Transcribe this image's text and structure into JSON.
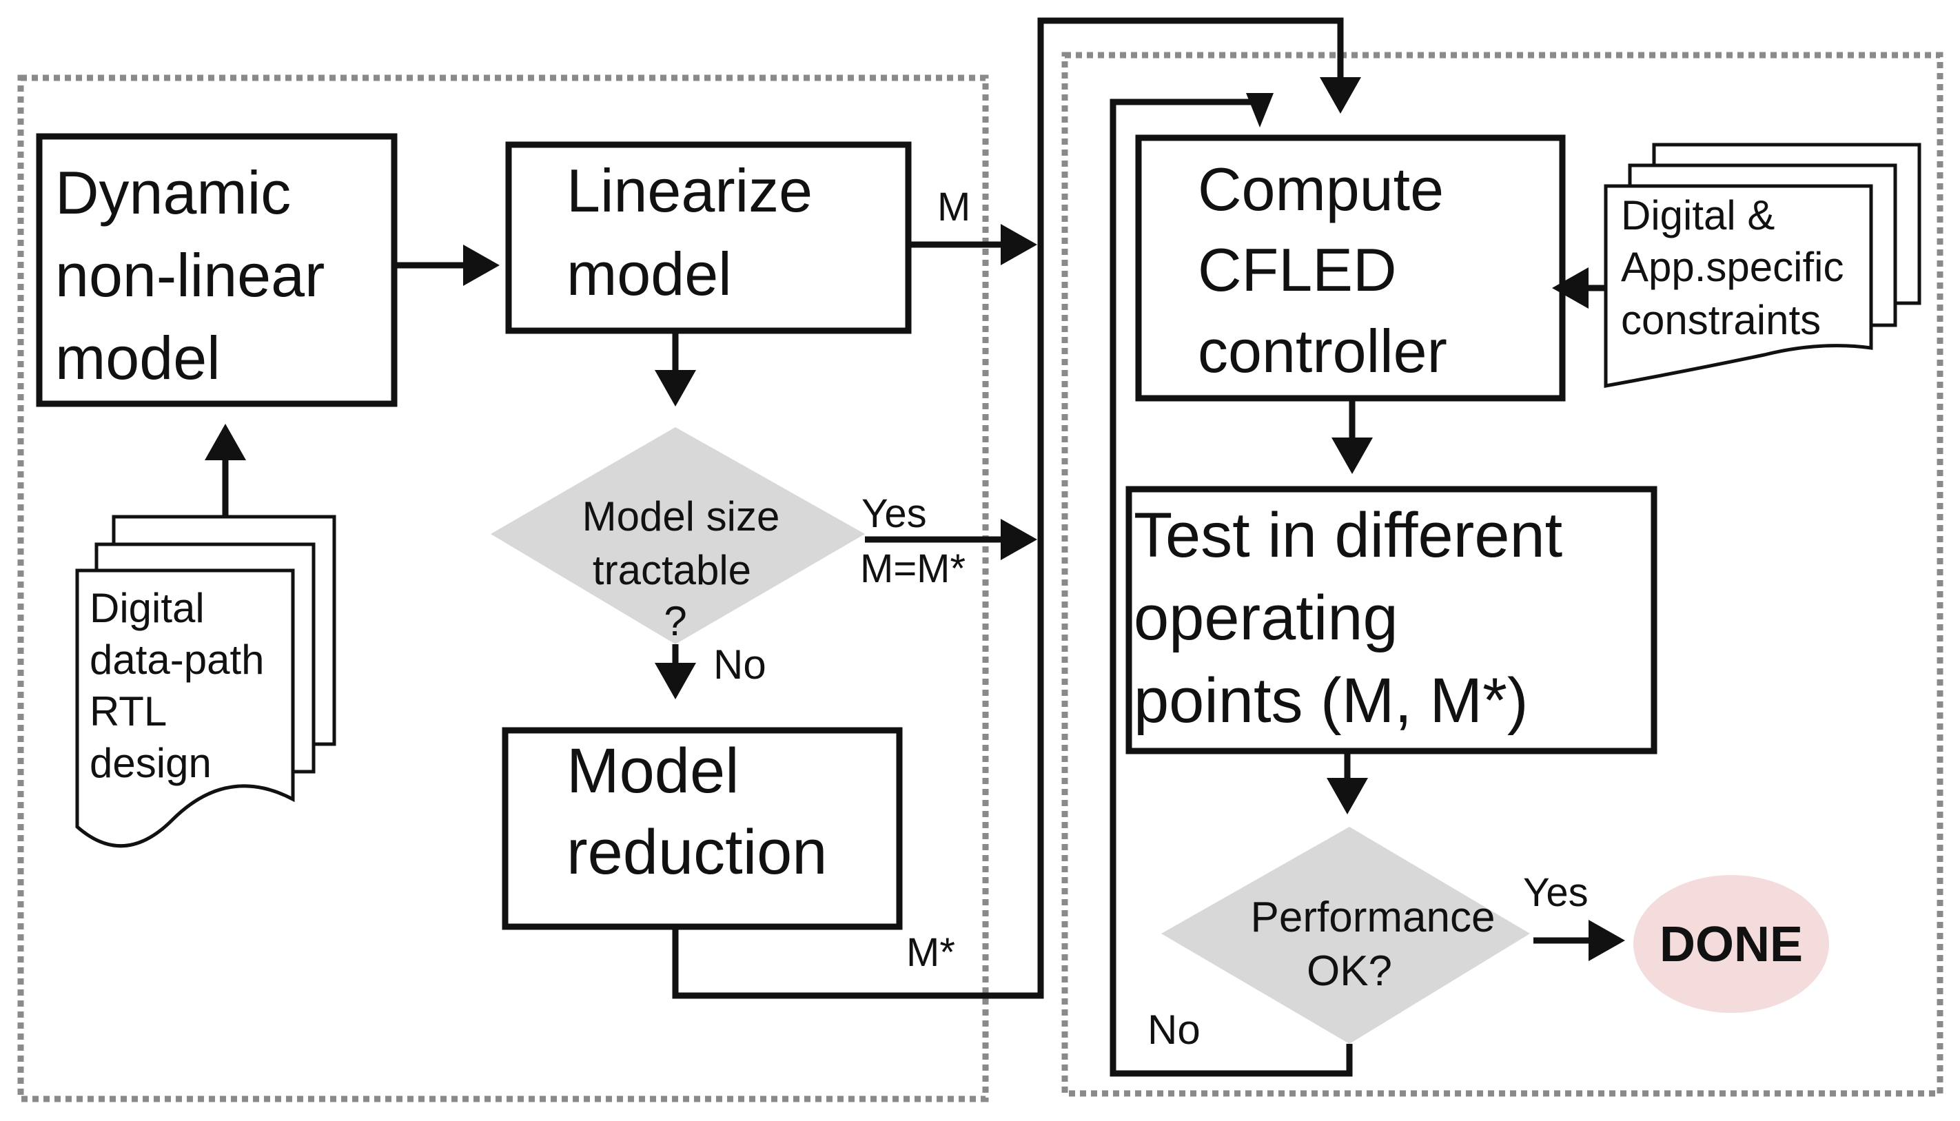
{
  "diagram": {
    "left_panel": {
      "nonlinear_box": [
        "Dynamic",
        "non-linear",
        "model"
      ],
      "rtl_doc": [
        "Digital",
        "data-path",
        "RTL",
        "design"
      ],
      "linearize_box": [
        "Linearize",
        "model"
      ],
      "decision": [
        "Model size",
        "tractable",
        "?"
      ],
      "reduction_box": [
        "Model",
        "reduction"
      ],
      "edge_m": "M",
      "edge_yes": "Yes",
      "edge_m_eq": "M=M*",
      "edge_no": "No",
      "edge_m_star": "M*"
    },
    "right_panel": {
      "compute_box": [
        "Compute",
        "CFLED",
        "controller"
      ],
      "constraints_doc": [
        "Digital &",
        "App.specific",
        "constraints"
      ],
      "test_box": [
        "Test in different",
        "operating",
        "points (M, M*)"
      ],
      "decision": [
        "Performance",
        "OK?"
      ],
      "edge_yes": "Yes",
      "edge_no": "No",
      "done": "DONE"
    },
    "colors": {
      "stroke": "#111111",
      "dashed_border": "#8a8a8a",
      "decision_fill": "#d8d8d8",
      "done_fill": "#f4dcdc"
    }
  }
}
